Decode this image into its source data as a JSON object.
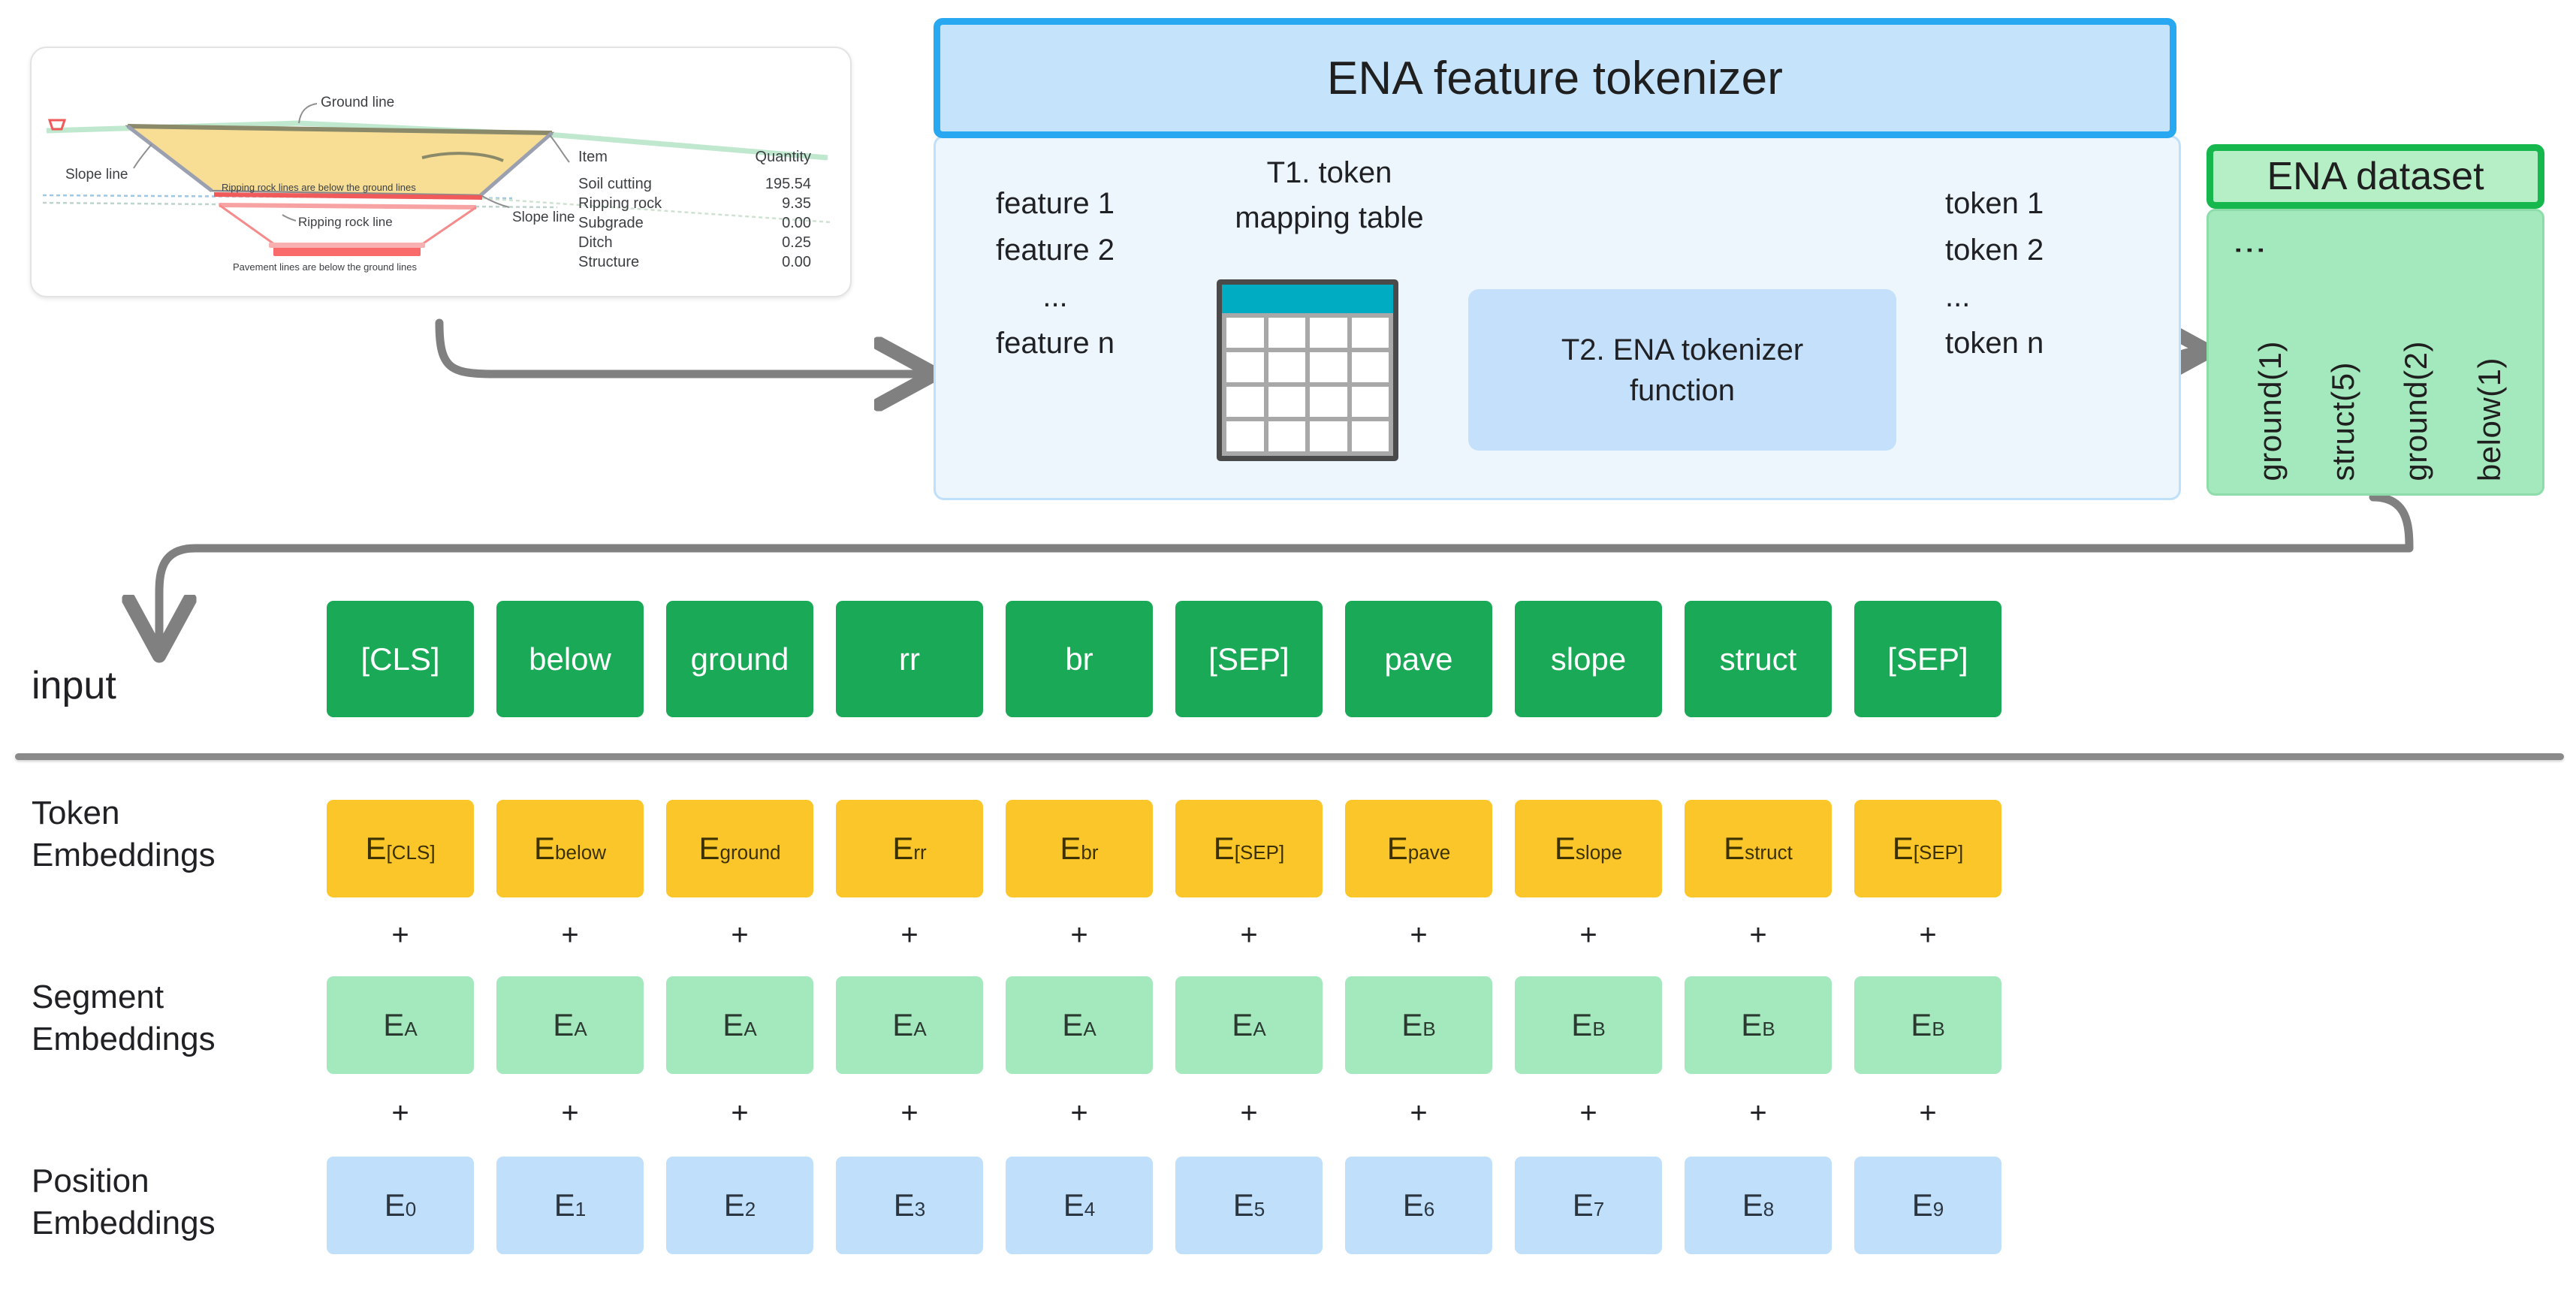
{
  "cross_section": {
    "labels": {
      "ground_line": "Ground line",
      "slope_line_left": "Slope line",
      "slope_line_right": "Slope line",
      "ripping_rock_line": "Ripping rock line",
      "note_ripping": "Ripping rock lines are below the ground lines",
      "note_pavement": "Pavement lines are below the ground lines"
    },
    "table": {
      "headers": [
        "Item",
        "Quantity"
      ],
      "rows": [
        {
          "item": "Soil cutting",
          "quantity": "195.54"
        },
        {
          "item": "Ripping rock",
          "quantity": "9.35"
        },
        {
          "item": "Subgrade",
          "quantity": "0.00"
        },
        {
          "item": "Ditch",
          "quantity": "0.25"
        },
        {
          "item": "Structure",
          "quantity": "0.00"
        }
      ]
    }
  },
  "tokenizer": {
    "title": "ENA feature tokenizer",
    "features": [
      "feature 1",
      "feature 2",
      "...",
      "feature n"
    ],
    "mapping_table_caption_line1": "T1. token",
    "mapping_table_caption_line2": "mapping table",
    "function_box_line1": "T2. ENA tokenizer",
    "function_box_line2": "function",
    "tokens": [
      "token 1",
      "token 2",
      "...",
      "token n"
    ]
  },
  "dataset": {
    "title": "ENA dataset",
    "dots": "⋮",
    "items": [
      "below(1)",
      "ground(2)",
      "struct(5)",
      "ground(1)"
    ]
  },
  "rows": {
    "input_label": "input",
    "token_label_line1": "Token",
    "token_label_line2": "Embeddings",
    "segment_label_line1": "Segment",
    "segment_label_line2": "Embeddings",
    "position_label_line1": "Position",
    "position_label_line2": "Embeddings",
    "plus": "+"
  },
  "sequence": {
    "input_tokens": [
      "[CLS]",
      "below",
      "ground",
      "rr",
      "br",
      "[SEP]",
      "pave",
      "slope",
      "struct",
      "[SEP]"
    ],
    "token_embeddings": [
      {
        "base": "E",
        "sub": "[CLS]"
      },
      {
        "base": "E",
        "sub": "below"
      },
      {
        "base": "E",
        "sub": "ground"
      },
      {
        "base": "E",
        "sub": "rr"
      },
      {
        "base": "E",
        "sub": "br"
      },
      {
        "base": "E",
        "sub": "[SEP]"
      },
      {
        "base": "E",
        "sub": "pave"
      },
      {
        "base": "E",
        "sub": "slope"
      },
      {
        "base": "E",
        "sub": "struct"
      },
      {
        "base": "E",
        "sub": "[SEP]"
      }
    ],
    "segment_embeddings": [
      {
        "base": "E",
        "sub": "A"
      },
      {
        "base": "E",
        "sub": "A"
      },
      {
        "base": "E",
        "sub": "A"
      },
      {
        "base": "E",
        "sub": "A"
      },
      {
        "base": "E",
        "sub": "A"
      },
      {
        "base": "E",
        "sub": "A"
      },
      {
        "base": "E",
        "sub": "B"
      },
      {
        "base": "E",
        "sub": "B"
      },
      {
        "base": "E",
        "sub": "B"
      },
      {
        "base": "E",
        "sub": "B"
      }
    ],
    "position_embeddings": [
      {
        "base": "E",
        "sub": "0"
      },
      {
        "base": "E",
        "sub": "1"
      },
      {
        "base": "E",
        "sub": "2"
      },
      {
        "base": "E",
        "sub": "3"
      },
      {
        "base": "E",
        "sub": "4"
      },
      {
        "base": "E",
        "sub": "5"
      },
      {
        "base": "E",
        "sub": "6"
      },
      {
        "base": "E",
        "sub": "7"
      },
      {
        "base": "E",
        "sub": "8"
      },
      {
        "base": "E",
        "sub": "9"
      }
    ]
  },
  "colors": {
    "input_green": "#1aa956",
    "token_yellow": "#fbc629",
    "segment_green": "#a4e8bd",
    "position_blue": "#bfdffb",
    "tokenizer_border": "#29a8f2",
    "tokenizer_fill": "#c5e4fb",
    "dataset_border": "#16b84e",
    "arrow_gray": "#808080"
  }
}
